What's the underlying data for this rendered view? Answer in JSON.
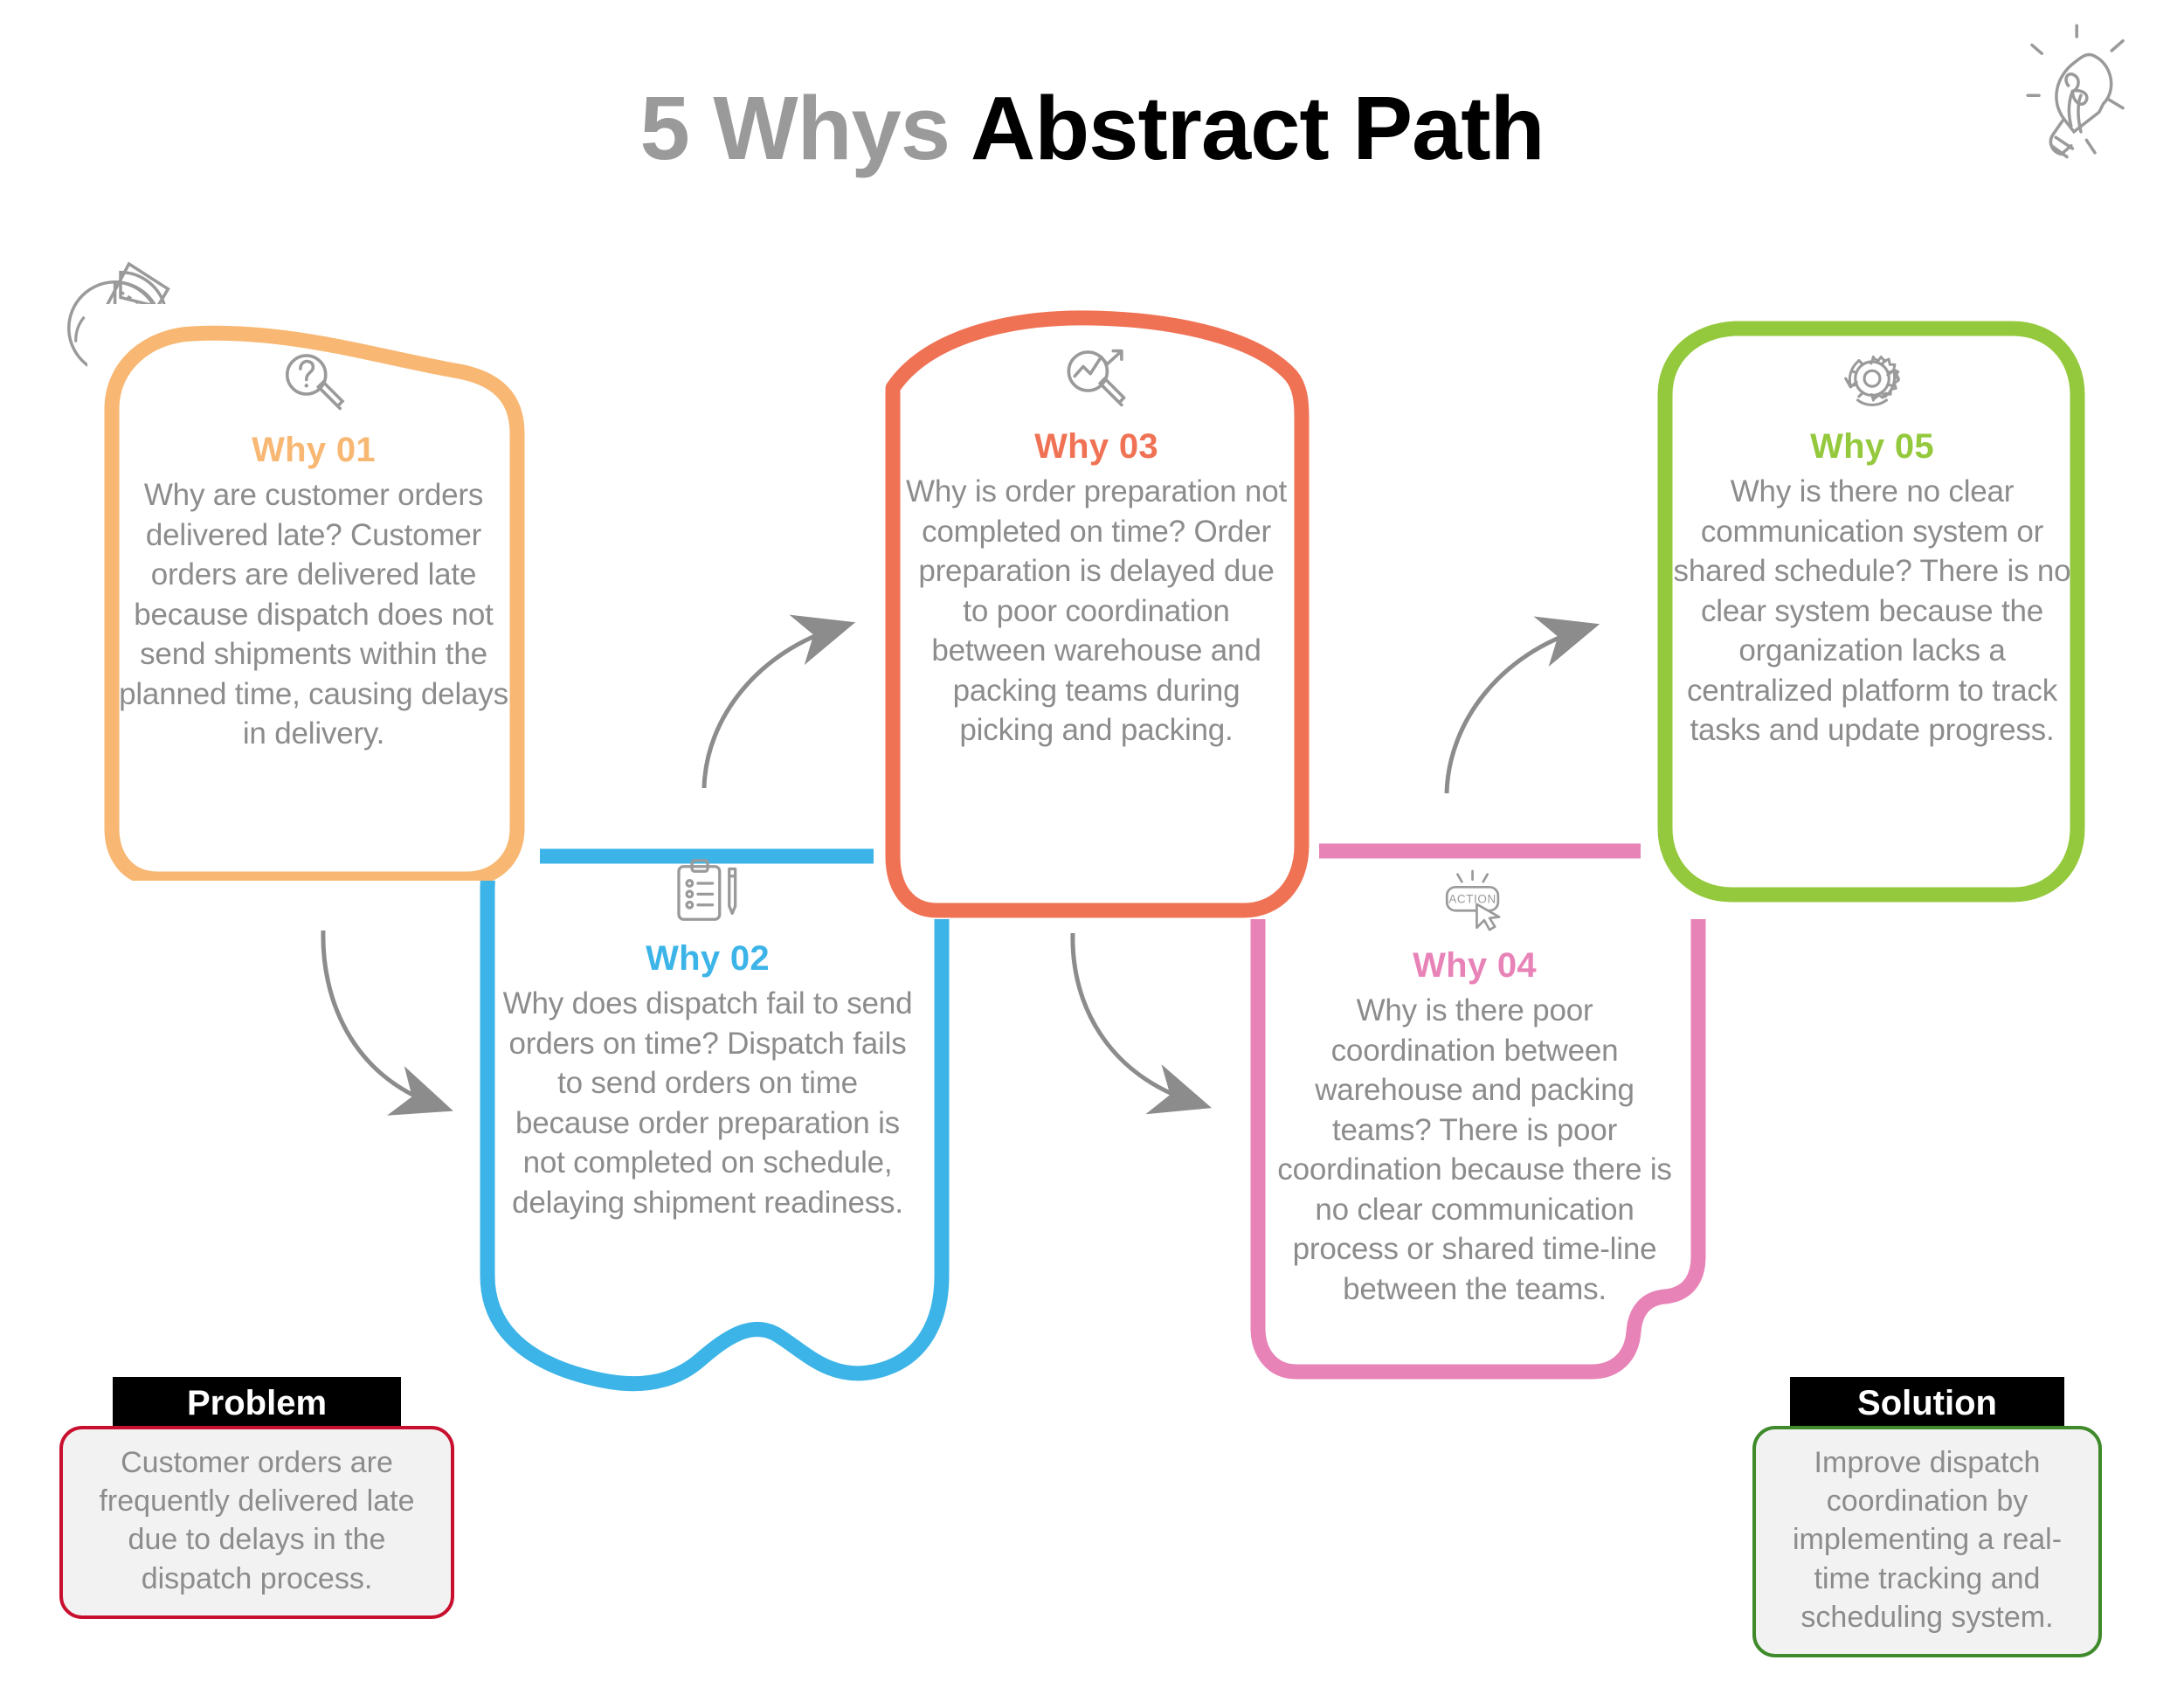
{
  "title": {
    "accent": "5 Whys",
    "rest": " Abstract Path"
  },
  "colors": {
    "why01": "#F8B772",
    "why02": "#3CB4E8",
    "why03": "#F07254",
    "why04": "#E883B8",
    "why05": "#95C93D",
    "problem_border": "#C8102E",
    "solution_border": "#3F8A2B",
    "body_text": "#8C8C8C",
    "title_accent": "#9A9A9A",
    "arrow": "#8C8C8C"
  },
  "decor": {
    "piechart_icon": "pie-chart-icon",
    "lightbulb_icon": "lightbulb-icon"
  },
  "cards": [
    {
      "id": "why-01",
      "icon": "magnifier-question-icon",
      "title": "Why 01",
      "body": "Why are customer orders delivered late? Customer orders are delivered late because dispatch does not send shipments within the planned time, causing delays in delivery."
    },
    {
      "id": "why-02",
      "icon": "clipboard-checklist-pencil-icon",
      "title": "Why 02",
      "body": "Why does dispatch fail to send orders on time? Dispatch fails to send orders on time because order preparation is not completed on schedule, delaying shipment readiness."
    },
    {
      "id": "why-03",
      "icon": "magnifier-chart-icon",
      "title": "Why 03",
      "body": "Why is order preparation not completed on time? Order preparation is delayed due to poor coordination between warehouse and packing teams during picking and packing."
    },
    {
      "id": "why-04",
      "icon": "action-button-cursor-icon",
      "title": "Why 04",
      "body": "Why is there poor coordination between warehouse and packing teams? There is poor coordination because there is no clear communication process or shared time-line between the teams."
    },
    {
      "id": "why-05",
      "icon": "gear-refresh-cycle-icon",
      "title": "Why 05",
      "body": "Why is there no clear communication system or shared schedule? There is no clear system because the organization lacks a centralized platform to track tasks and update progress."
    }
  ],
  "problem": {
    "label": "Problem",
    "text": "Customer orders are frequently delivered late due to delays in the dispatch process."
  },
  "solution": {
    "label": "Solution",
    "text": "Improve dispatch coordination by implementing a real-time tracking and scheduling system."
  }
}
